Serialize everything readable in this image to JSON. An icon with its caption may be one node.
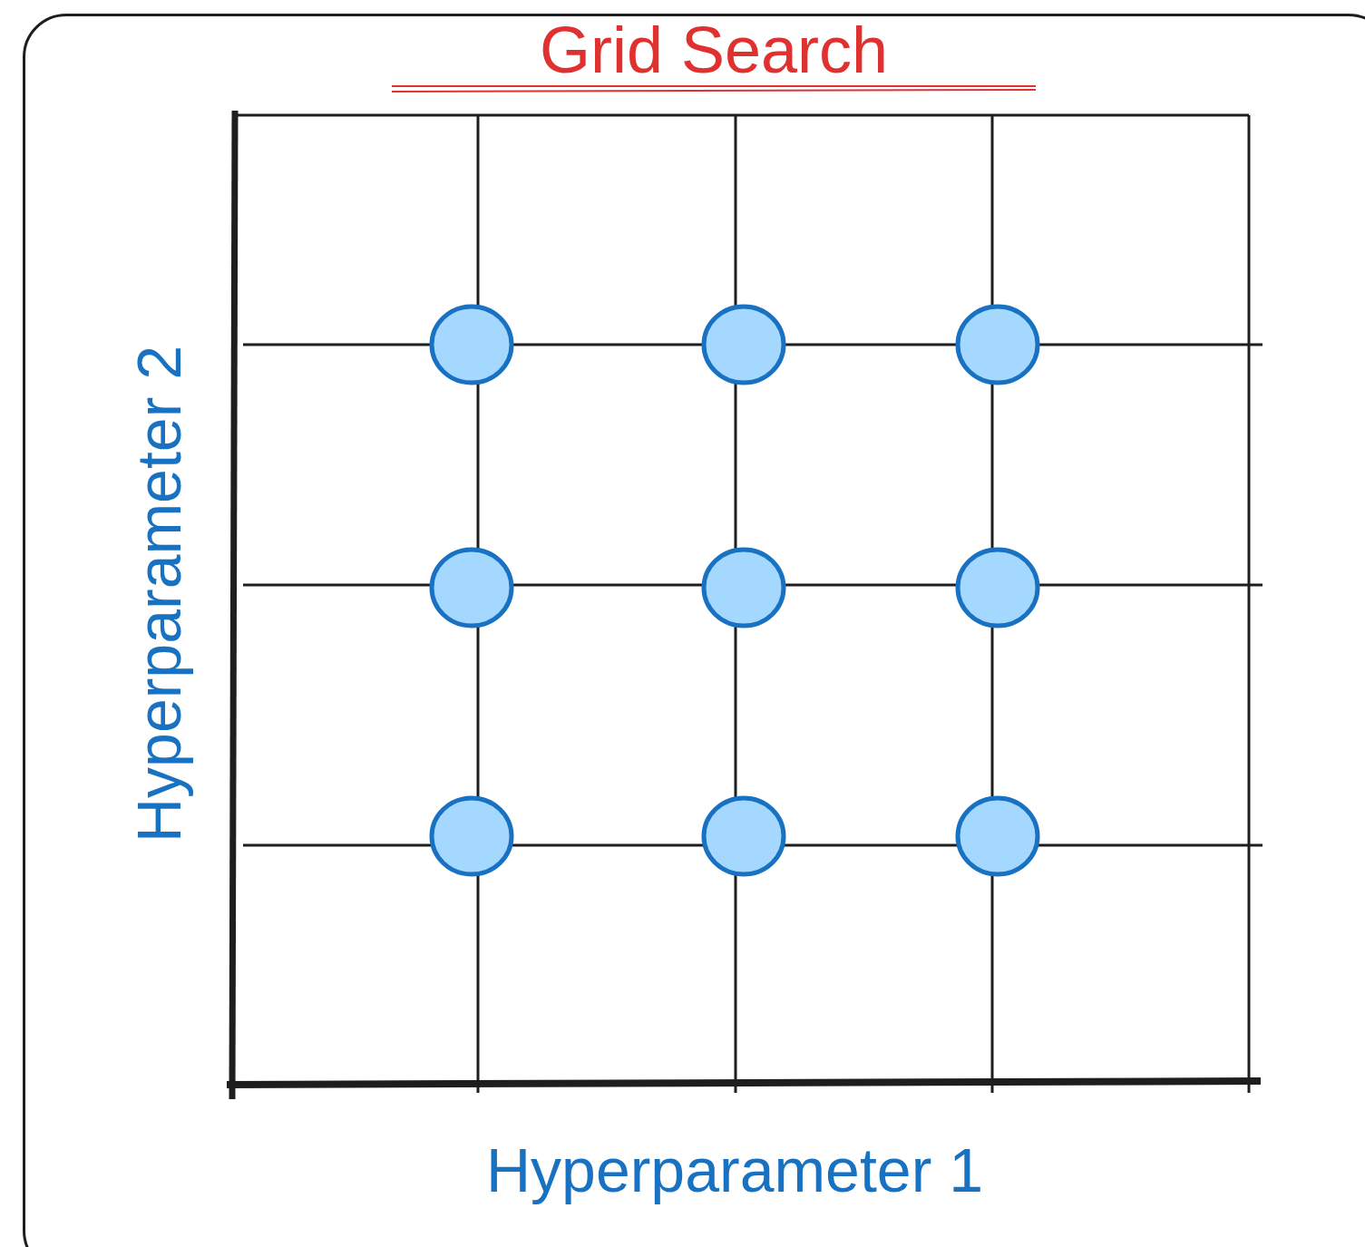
{
  "diagram": {
    "title": "Grid Search",
    "labels": [
      "Hyperparameter 2",
      "Hyperparameter 1"
    ]
  }
}
